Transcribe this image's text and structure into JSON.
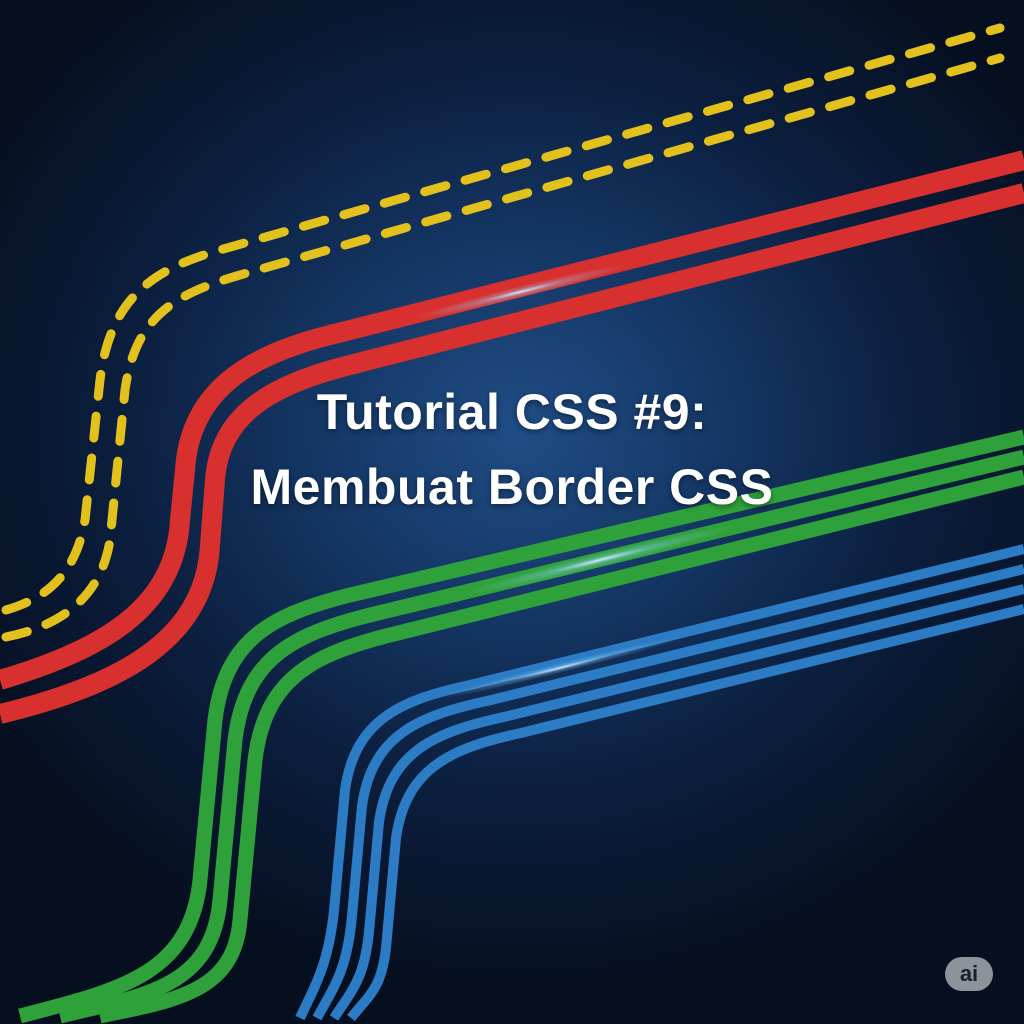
{
  "title": {
    "line1": "Tutorial CSS #9:",
    "line2": "Membuat Border CSS"
  },
  "badge": {
    "label": "ai"
  },
  "colors": {
    "background": "#143563",
    "dashed_line": "#e2c11d",
    "double_line": "#d8302e",
    "triple_line": "#2fa13a",
    "quad_line": "#2b7cc4",
    "text": "#ffffff"
  }
}
